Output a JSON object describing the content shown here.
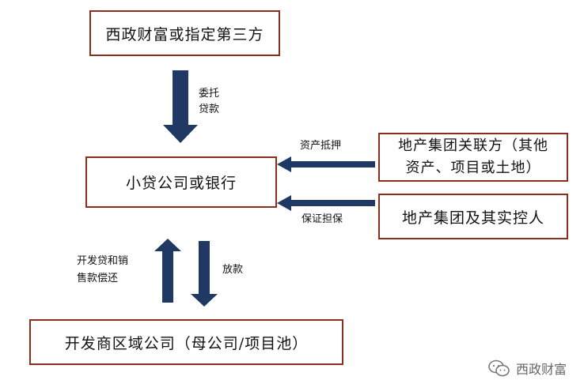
{
  "boxes": {
    "source": "西政财富或指定第三方",
    "lender": "小贷公司或银行",
    "group_affiliate_line1": "地产集团关联方（其他",
    "group_affiliate_line2": "资产、项目或土地）",
    "group_controller": "地产集团及其实控人",
    "developer": "开发商区域公司（母公司/项目池）"
  },
  "labels": {
    "entrusted_loan_1": "委托",
    "entrusted_loan_2": "贷款",
    "asset_pledge": "资产抵押",
    "guarantee": "保证担保",
    "repay_1": "开发贷和销",
    "repay_2": "售款偿还",
    "disburse": "放款"
  },
  "watermark": "西政财富",
  "colors": {
    "arrow": "#1f3864",
    "border": "#8b2e1e"
  }
}
